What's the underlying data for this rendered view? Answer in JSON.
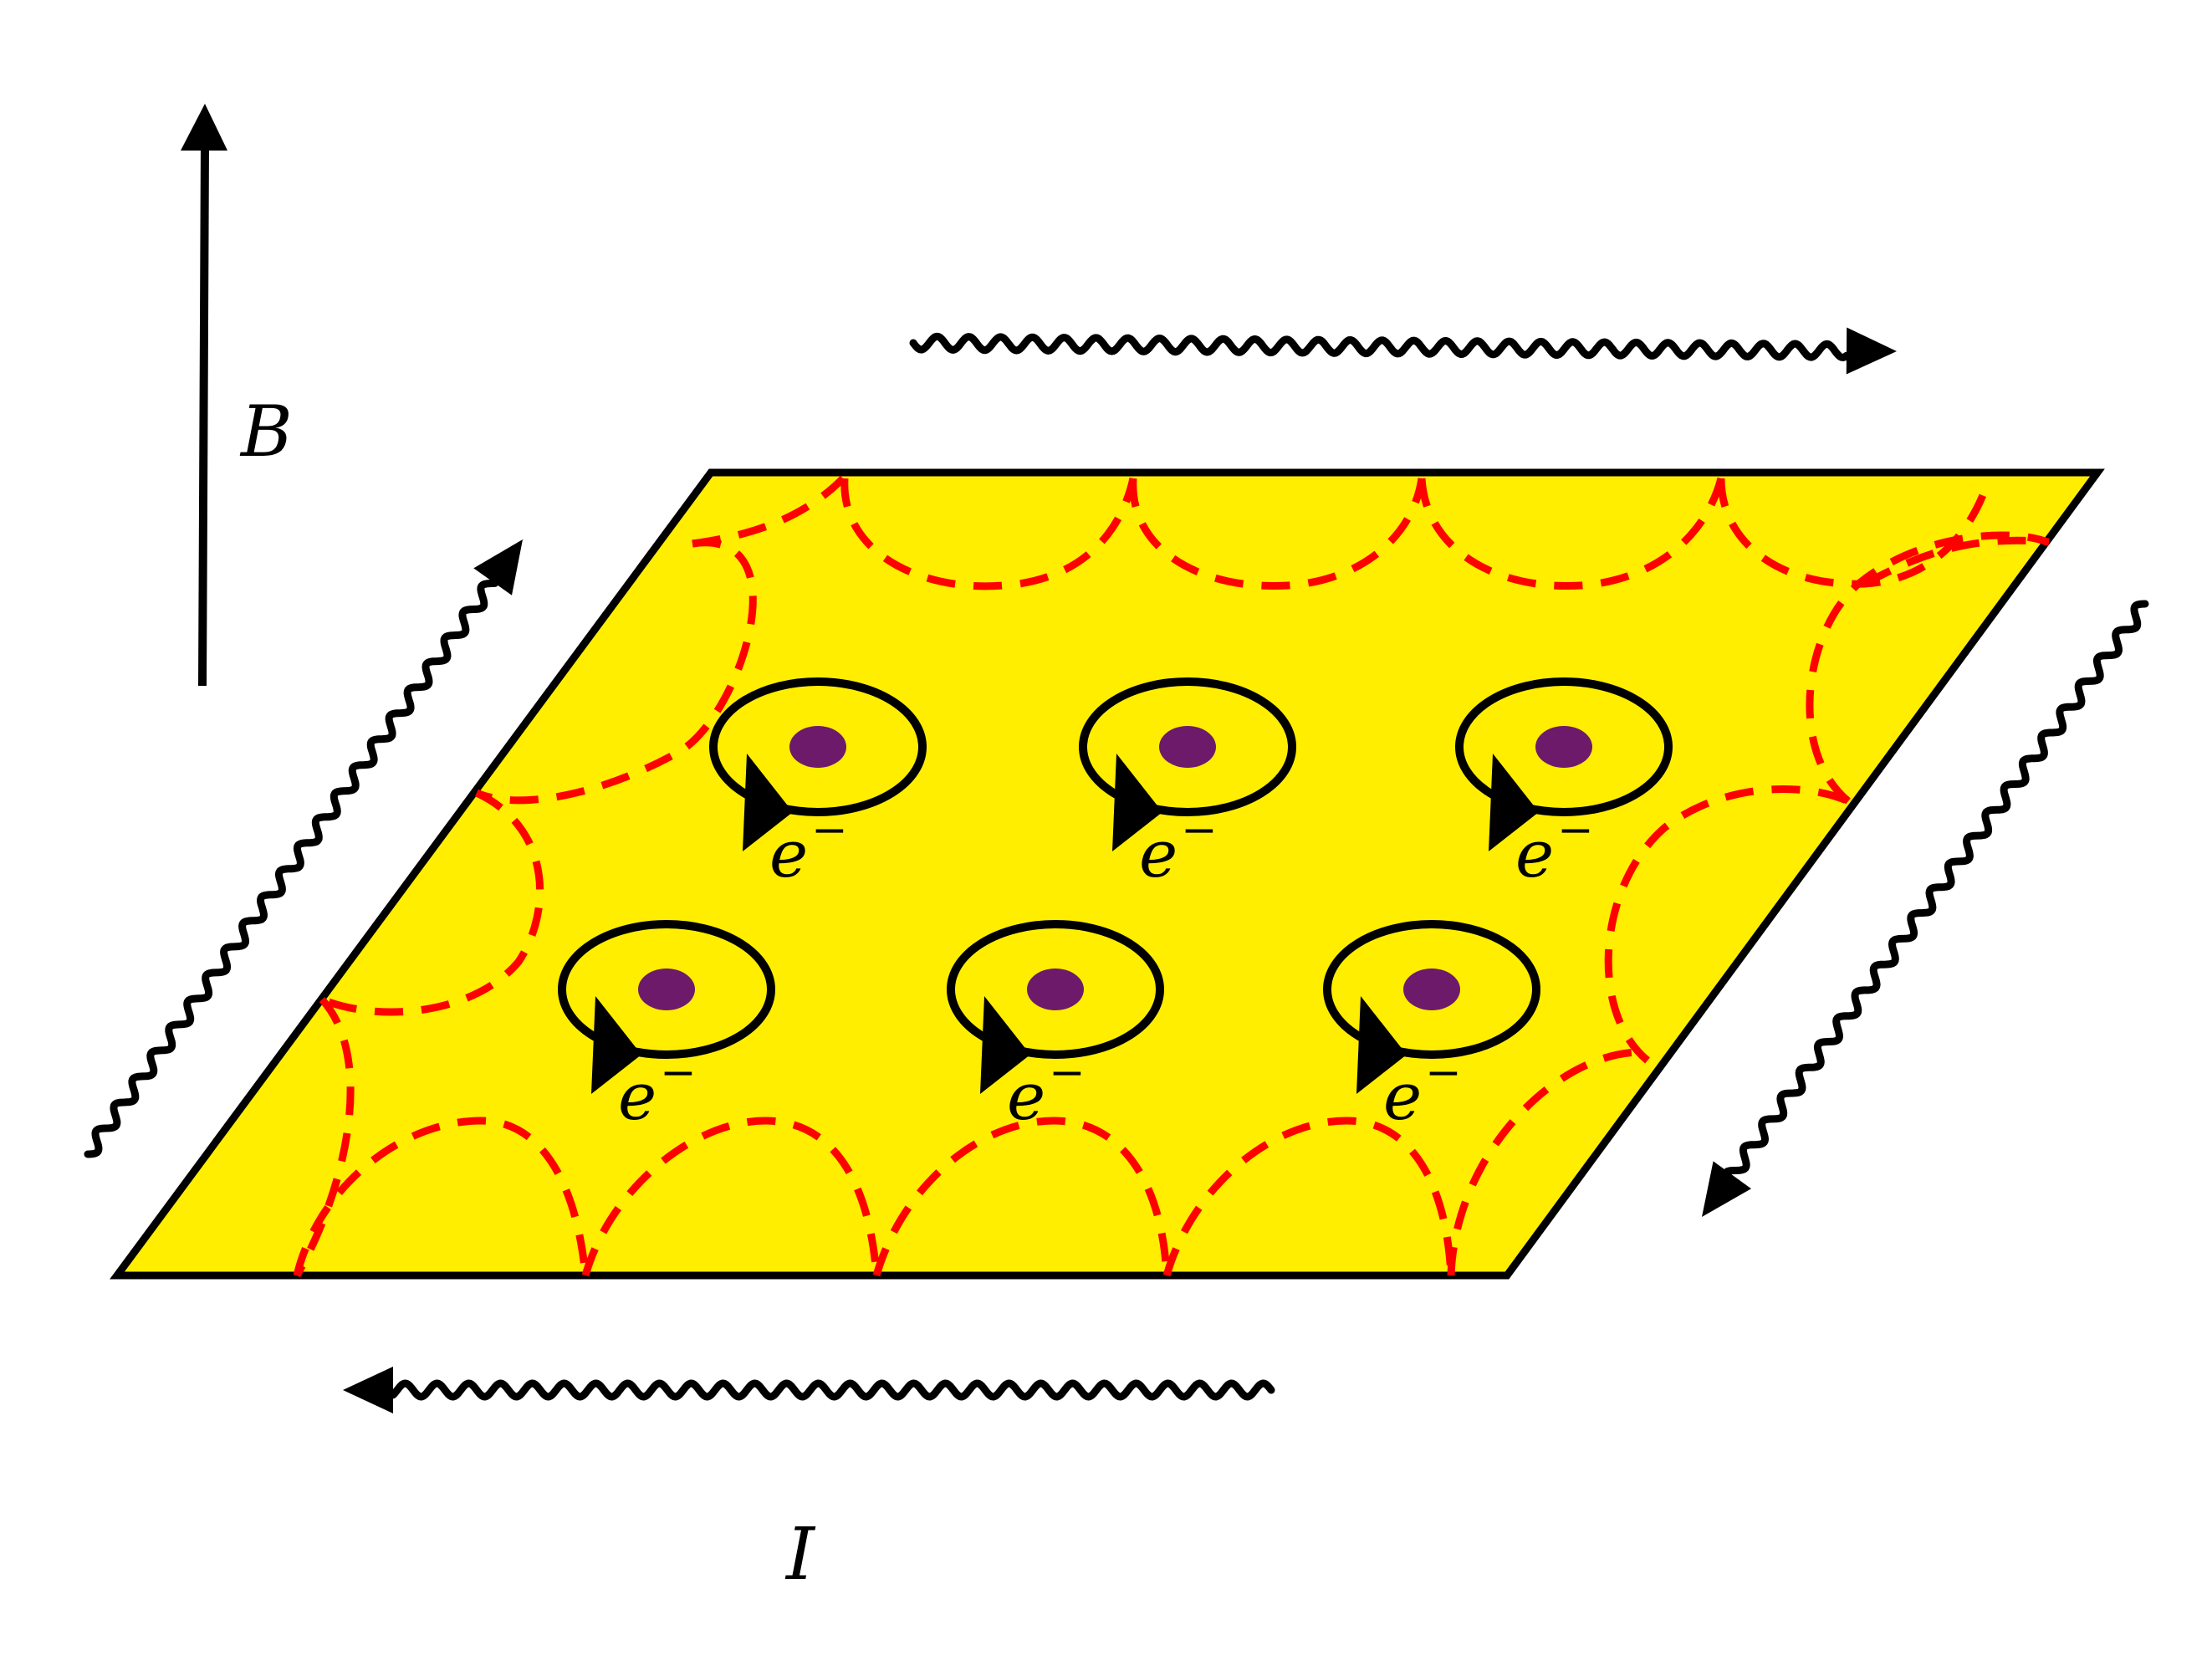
{
  "labels": {
    "field": "B",
    "current": "I",
    "electron_base": "e",
    "electron_sup": "−"
  },
  "colors": {
    "sheet_fill": "#ffee00",
    "sheet_stroke": "#000000",
    "edge_orbit": "#ff0000",
    "nucleus": "#6e1a6b",
    "orbit": "#000000",
    "arrow": "#000000"
  },
  "icons": {
    "field_arrow": "straight-arrow-icon",
    "current_arrow": "wavy-arrow-icon",
    "cyclotron_orbit": "orbit-icon",
    "skipping_orbit": "dashed-semicircle-icon"
  },
  "electron_count": 6,
  "edge_arrow_count": 4
}
